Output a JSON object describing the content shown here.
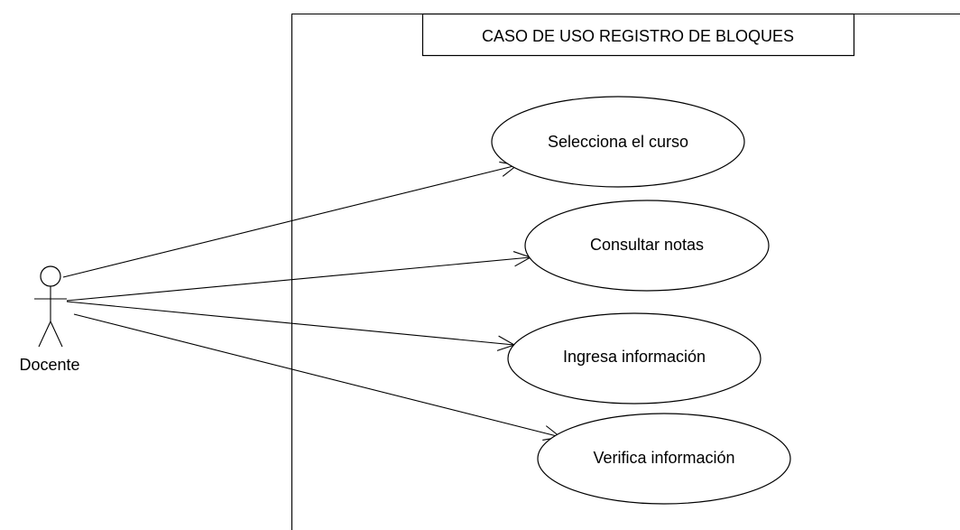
{
  "diagram": {
    "type": "use-case",
    "system": {
      "title": "CASO DE USO REGISTRO DE BLOQUES"
    },
    "actor": {
      "name": "Docente"
    },
    "use_cases": [
      {
        "id": "uc1",
        "label": "Selecciona el curso"
      },
      {
        "id": "uc2",
        "label": "Consultar notas"
      },
      {
        "id": "uc3",
        "label": "Ingresa información"
      },
      {
        "id": "uc4",
        "label": "Verifica información"
      }
    ],
    "associations": [
      {
        "from": "actor",
        "to": "uc1",
        "arrow": "open"
      },
      {
        "from": "actor",
        "to": "uc2",
        "arrow": "open"
      },
      {
        "from": "actor",
        "to": "uc3",
        "arrow": "open"
      },
      {
        "from": "actor",
        "to": "uc4",
        "arrow": "open"
      }
    ],
    "colors": {
      "stroke": "#000000",
      "fill": "#ffffff",
      "background": "#ffffff"
    }
  }
}
